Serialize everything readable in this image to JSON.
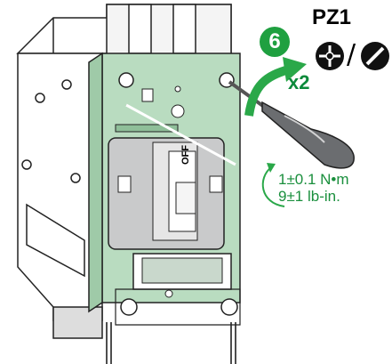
{
  "tool": {
    "standard": "PZ1"
  },
  "step": {
    "number": "6",
    "repeat": "x2"
  },
  "torque": {
    "metric": "1±0.1 N•m",
    "imperial": "9±1 lb-in."
  },
  "switch": {
    "label": "OFF"
  },
  "symbols": {
    "separator": "/",
    "phillips_icon": "phillips-drive-icon",
    "flat_icon": "flat-blade-drive-icon"
  },
  "colors": {
    "cover": "#b9dcc0",
    "step_badge": "#1fa040",
    "arrow": "#2aa849",
    "torque_text": "#1a8f3d"
  }
}
